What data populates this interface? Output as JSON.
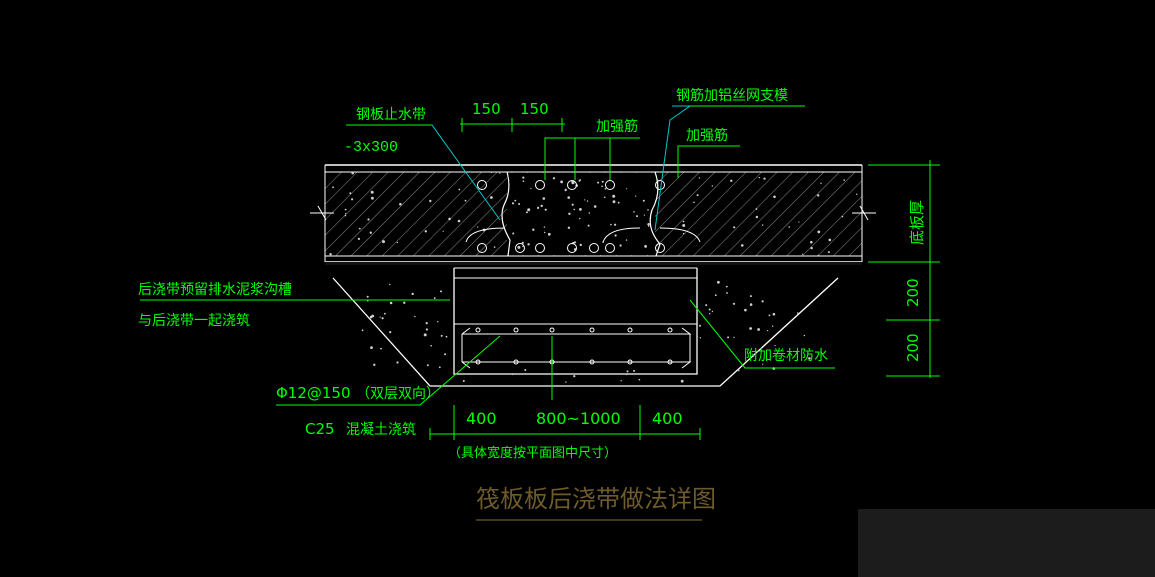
{
  "drawing": {
    "title": "筏板板后浇带做法详图",
    "labels": {
      "steel_plate_waterstop": "钢板止水带",
      "plate_size": "-3x300",
      "dim_150_left": "150",
      "dim_150_right": "150",
      "reinforcement_1": "加强筋",
      "reinforcement_2": "加强筋",
      "mesh_support": "钢筋加铝丝网支模",
      "slab_thickness": "底板厚",
      "dim_200_upper": "200",
      "dim_200_lower": "200",
      "trench_line1": "后浇带预留排水泥浆沟槽",
      "trench_line2": "与后浇带一起浇筑",
      "membrane": "附加卷材防水",
      "rebar_spec": "Φ12@150",
      "rebar_note": "（双层双向）",
      "concrete_grade": "C25",
      "concrete_note": "混凝土浇筑",
      "dim_400_left": "400",
      "dim_width": "800~1000",
      "dim_400_right": "400",
      "width_note": "（具体宽度按平面图中尺寸）"
    },
    "colors": {
      "background": "#000000",
      "annotation": "#00ff00",
      "geometry": "#ffffff",
      "hatch": "#9a9a9a",
      "leader": "#00c8c8",
      "title": "#6e5a2a",
      "corner_box": "#1c1c1c"
    }
  }
}
